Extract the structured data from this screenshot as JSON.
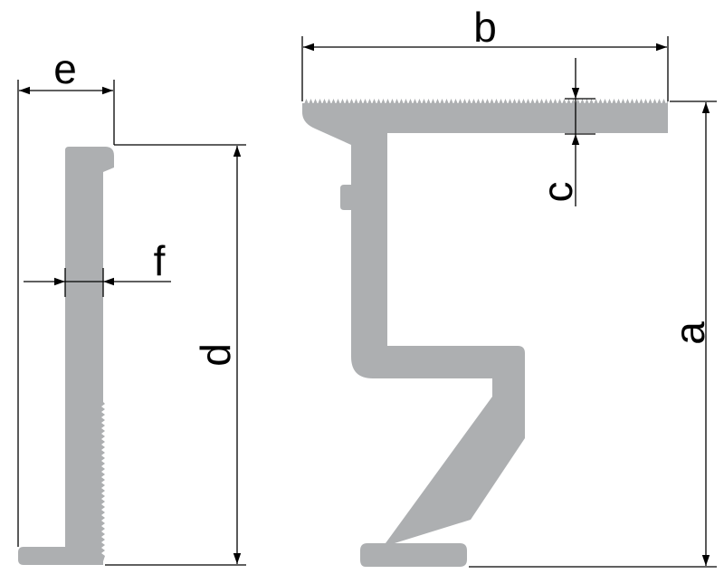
{
  "colors": {
    "profile": "#adafb1",
    "dimension": "#000000",
    "background": "#ffffff"
  },
  "labels": {
    "a": "a",
    "b": "b",
    "c": "c",
    "d": "d",
    "e": "e",
    "f": "f"
  }
}
